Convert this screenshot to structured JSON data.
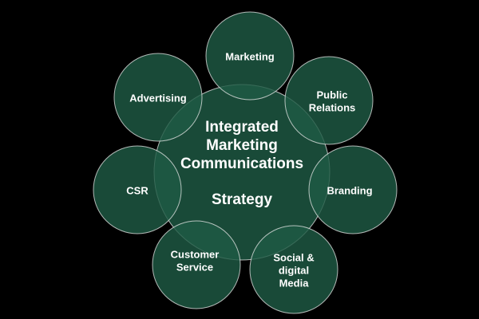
{
  "center": {
    "lines": [
      "Integrated",
      "Marketing",
      "Communications"
    ],
    "subtitle": "Strategy"
  },
  "satellites": [
    {
      "key": "marketing",
      "lines": [
        "Marketing"
      ]
    },
    {
      "key": "public-relations",
      "lines": [
        "Public",
        "Relations"
      ]
    },
    {
      "key": "branding",
      "lines": [
        "Branding"
      ]
    },
    {
      "key": "social-digital-media",
      "lines": [
        "Social &",
        "digital",
        "Media"
      ]
    },
    {
      "key": "customer-service",
      "lines": [
        "Customer",
        "Service"
      ]
    },
    {
      "key": "csr",
      "lines": [
        "CSR"
      ]
    },
    {
      "key": "advertising",
      "lines": [
        "Advertising"
      ]
    }
  ],
  "colors": {
    "background": "#000000",
    "circle_fill": "#1f5a44",
    "circle_stroke": "#e8e8e8",
    "text": "#ffffff"
  }
}
